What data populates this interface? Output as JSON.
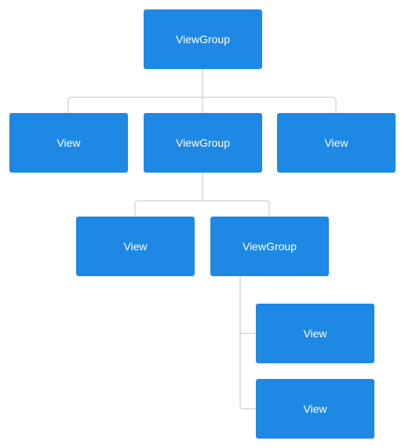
{
  "diagram": {
    "colors": {
      "node_fill": "#1e88e5",
      "node_text": "#ffffff",
      "connector": "#cfcfcf",
      "background": "#ffffff"
    },
    "nodes": {
      "root": "ViewGroup",
      "level1_left": "View",
      "level1_middle": "ViewGroup",
      "level1_right": "View",
      "level2_left": "View",
      "level2_right": "ViewGroup",
      "level3_first": "View",
      "level3_second": "View"
    }
  }
}
